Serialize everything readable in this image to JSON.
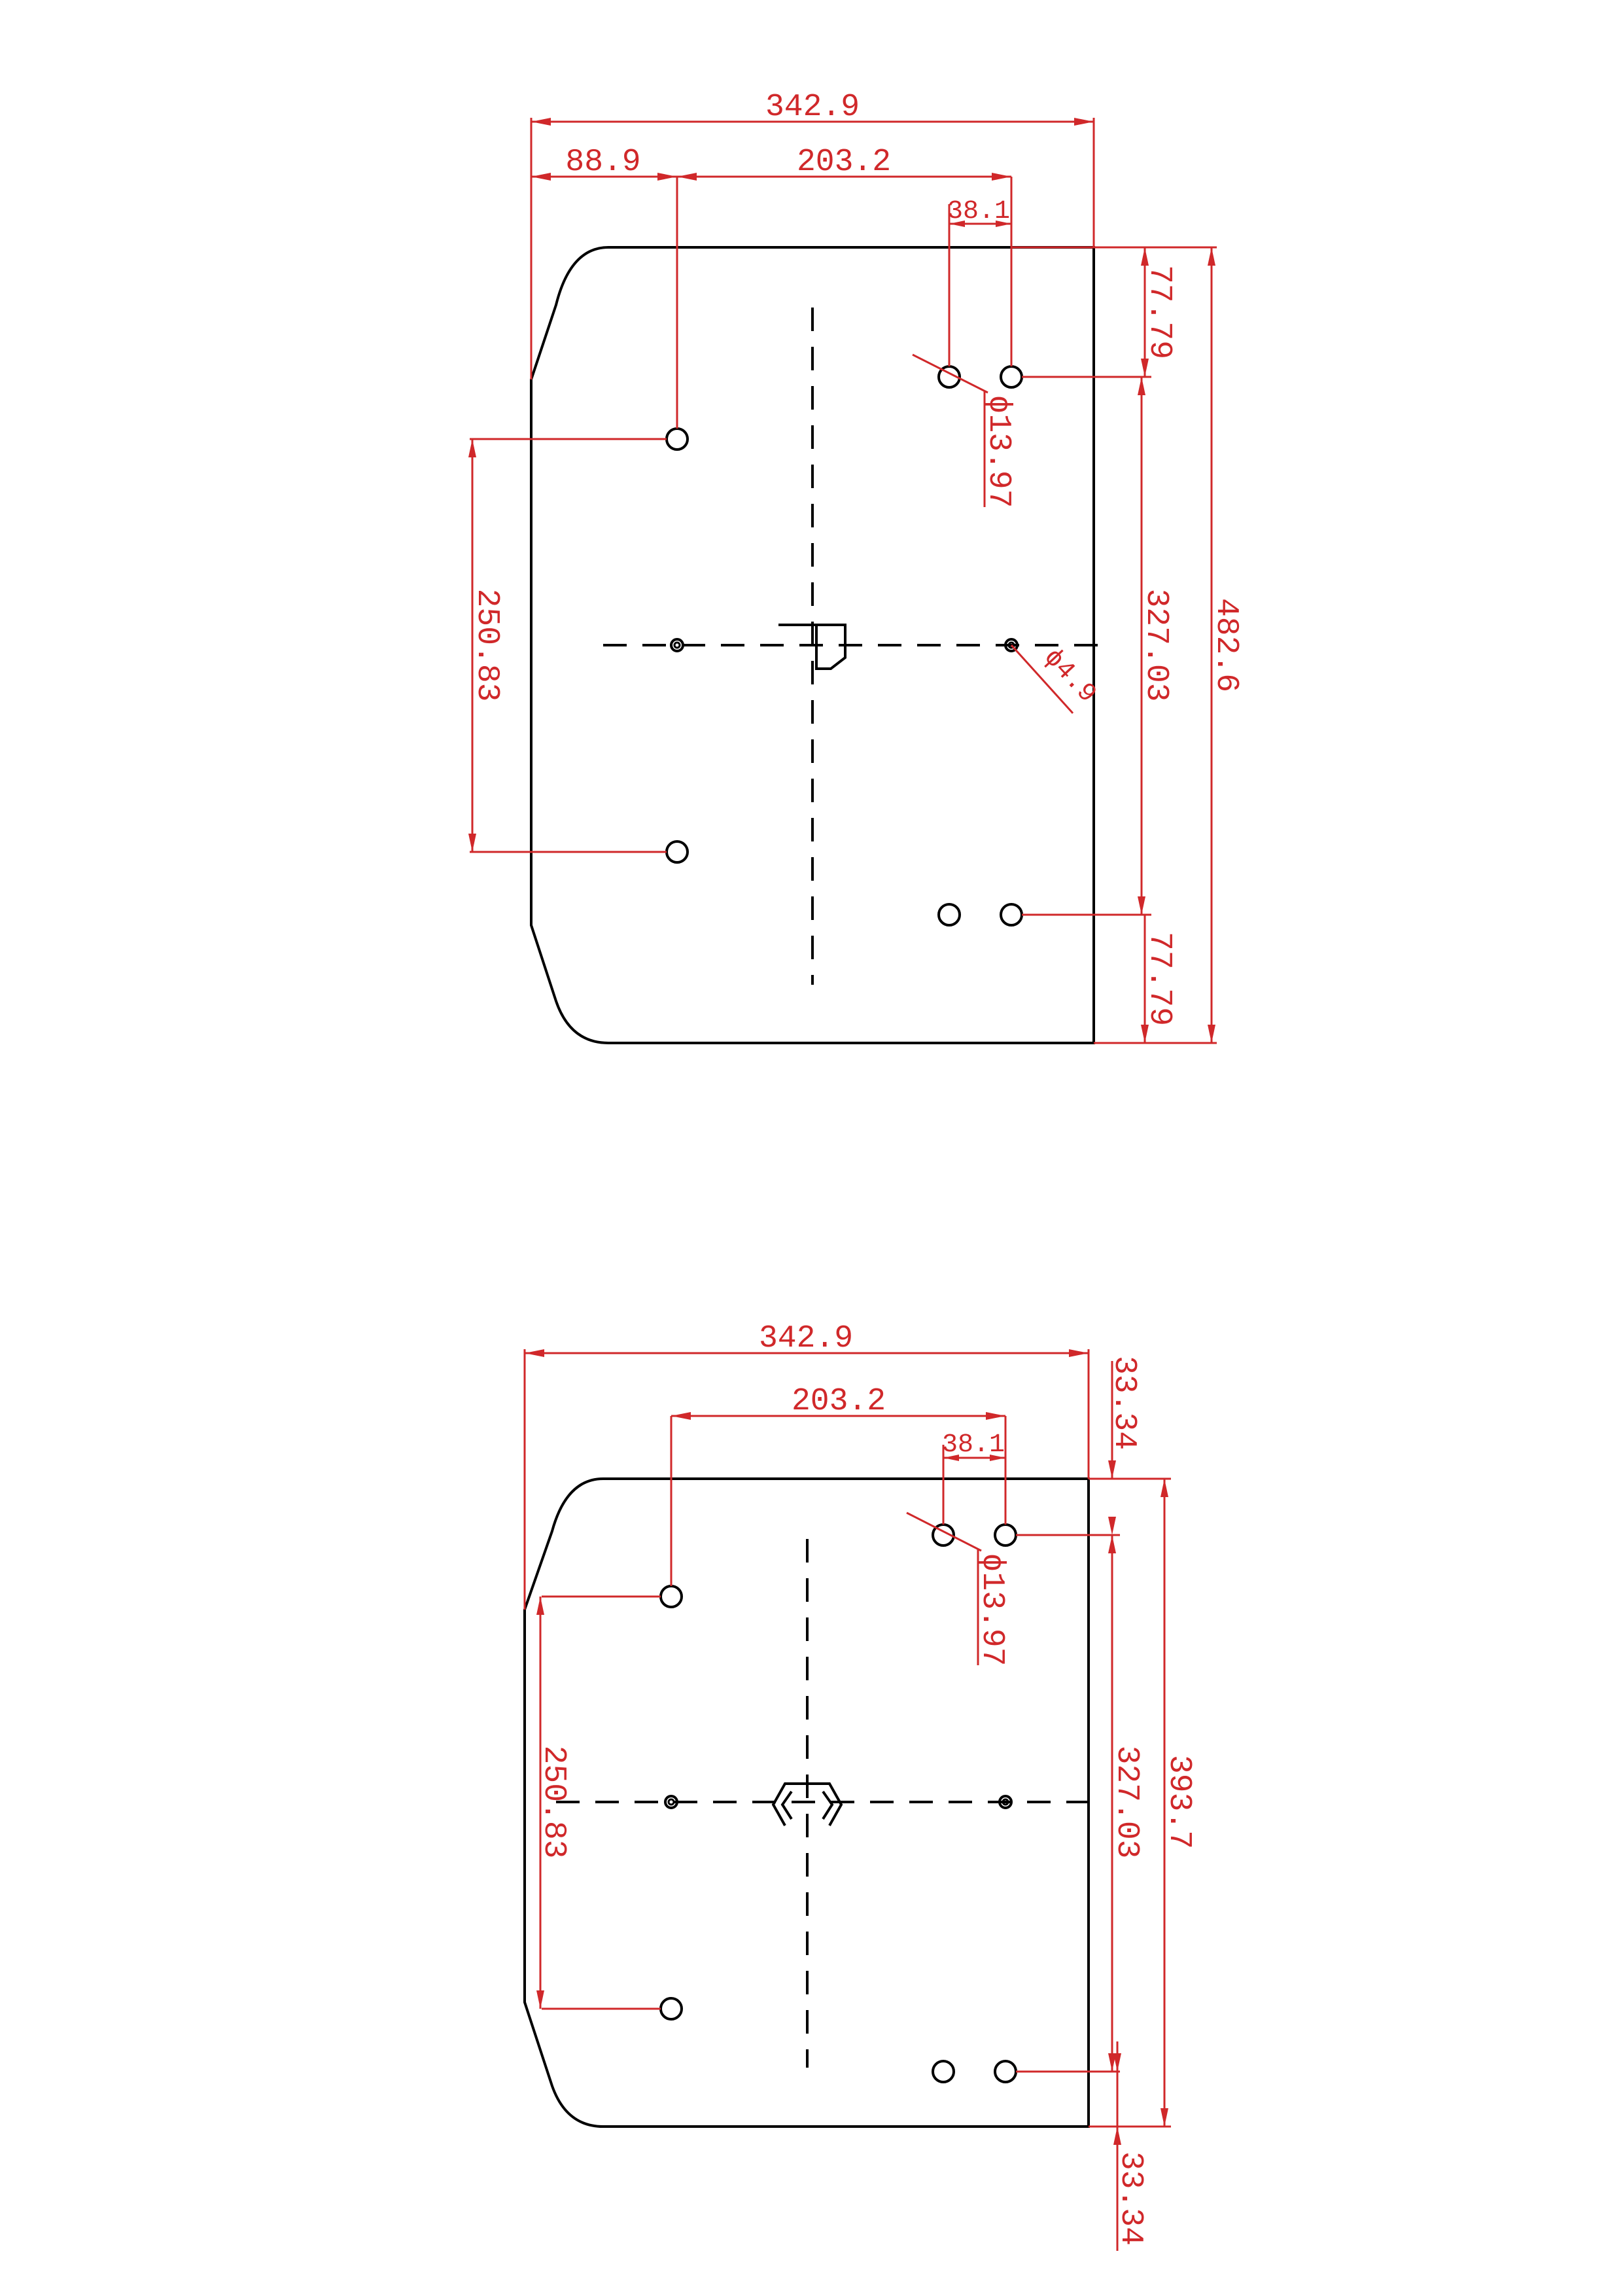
{
  "colors": {
    "outline": "#000000",
    "dimension": "#d0282a",
    "background": "#ffffff"
  },
  "views": [
    {
      "name": "top-plate-view",
      "dims": {
        "overall_width": "342.9",
        "edge_to_hole": "88.9",
        "hole_span": "203.2",
        "hole_pair_gap": "38.1",
        "top_offset": "77.79",
        "large_hole_dia": "ϕ13.97",
        "left_hole_span": "250.83",
        "right_hole_span": "327.03",
        "overall_height": "482.6",
        "small_hole_dia": "ϕ4.9",
        "bottom_offset": "77.79"
      }
    },
    {
      "name": "bottom-plate-view",
      "dims": {
        "overall_width": "342.9",
        "hole_span": "203.2",
        "hole_pair_gap": "38.1",
        "top_offset": "33.34",
        "large_hole_dia": "ϕ13.97",
        "left_hole_span": "250.83",
        "right_hole_span": "327.03",
        "overall_height": "393.7",
        "bottom_offset": "33.34"
      }
    }
  ]
}
